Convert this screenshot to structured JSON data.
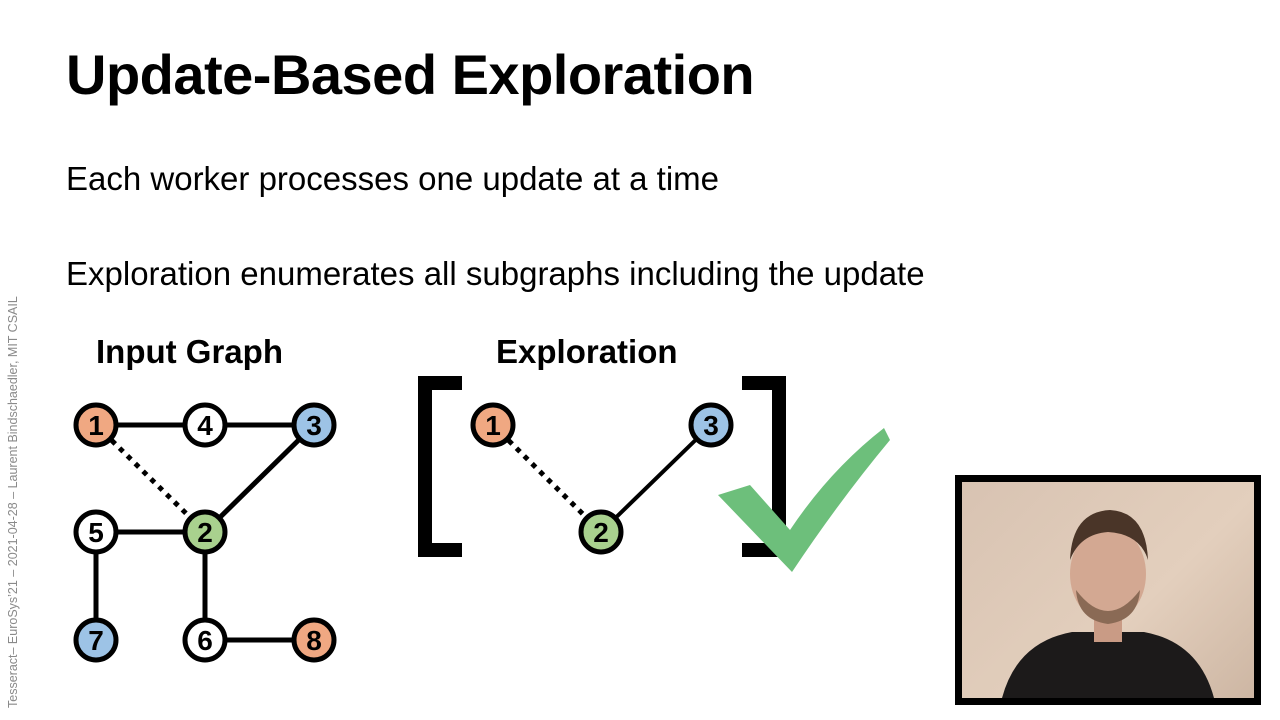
{
  "slide": {
    "title": "Update-Based Exploration",
    "bullets": [
      "Each worker processes one update at a time",
      "Exploration enumerates all subgraphs including the update"
    ],
    "footer_vertical": "Tesseract– EuroSys’21 – 2021-04-28 – Laurent Bindschaedler, MIT CSAIL"
  },
  "input_graph": {
    "label": "Input Graph",
    "nodes": [
      {
        "id": "1",
        "color": "#f0a882"
      },
      {
        "id": "4",
        "color": "#ffffff"
      },
      {
        "id": "3",
        "color": "#9dc3e6"
      },
      {
        "id": "5",
        "color": "#ffffff"
      },
      {
        "id": "2",
        "color": "#a9d18e"
      },
      {
        "id": "7",
        "color": "#9dc3e6"
      },
      {
        "id": "6",
        "color": "#ffffff"
      },
      {
        "id": "8",
        "color": "#f0a882"
      }
    ],
    "edges": [
      {
        "from": "1",
        "to": "4",
        "style": "solid"
      },
      {
        "from": "4",
        "to": "3",
        "style": "solid"
      },
      {
        "from": "3",
        "to": "2",
        "style": "solid"
      },
      {
        "from": "1",
        "to": "2",
        "style": "dotted",
        "note": "update"
      },
      {
        "from": "5",
        "to": "2",
        "style": "solid"
      },
      {
        "from": "5",
        "to": "7",
        "style": "solid"
      },
      {
        "from": "2",
        "to": "6",
        "style": "solid"
      },
      {
        "from": "6",
        "to": "8",
        "style": "solid"
      }
    ]
  },
  "exploration": {
    "label": "Exploration",
    "nodes": [
      {
        "id": "1",
        "color": "#f0a882"
      },
      {
        "id": "2",
        "color": "#a9d18e"
      },
      {
        "id": "3",
        "color": "#9dc3e6"
      }
    ],
    "edges": [
      {
        "from": "1",
        "to": "2",
        "style": "dotted"
      },
      {
        "from": "2",
        "to": "3",
        "style": "solid"
      }
    ],
    "result_icon": "checkmark-icon",
    "result_color": "#6dbf7b"
  },
  "video": {
    "description": "speaker webcam feed"
  }
}
